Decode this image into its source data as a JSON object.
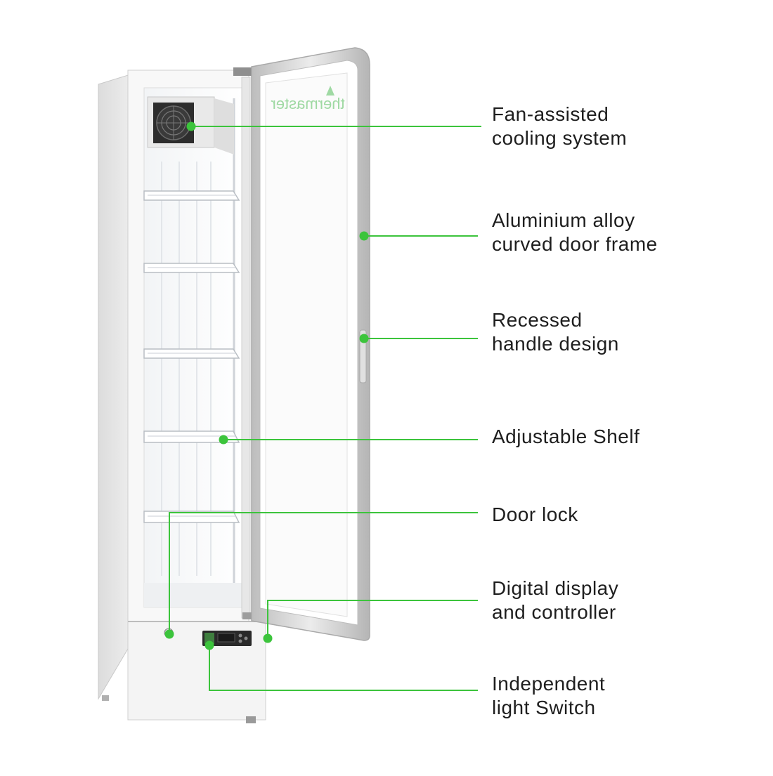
{
  "brand": {
    "logo_text": "thermaster"
  },
  "colors": {
    "accent": "#3cc43c",
    "cabinet": "#f7f7f7",
    "frame_silver": "#cfcfcf",
    "text": "#1e1e1e"
  },
  "callouts": [
    {
      "id": "fan",
      "lines": [
        "Fan-assisted",
        "cooling system"
      ]
    },
    {
      "id": "frame",
      "lines": [
        "Aluminium alloy",
        "curved door frame"
      ]
    },
    {
      "id": "handle",
      "lines": [
        "Recessed",
        "handle design"
      ]
    },
    {
      "id": "shelf",
      "lines": [
        "Adjustable Shelf"
      ]
    },
    {
      "id": "lock",
      "lines": [
        "Door lock"
      ]
    },
    {
      "id": "display",
      "lines": [
        "Digital display",
        "and controller"
      ]
    },
    {
      "id": "switch",
      "lines": [
        "Independent",
        "light Switch"
      ]
    }
  ]
}
